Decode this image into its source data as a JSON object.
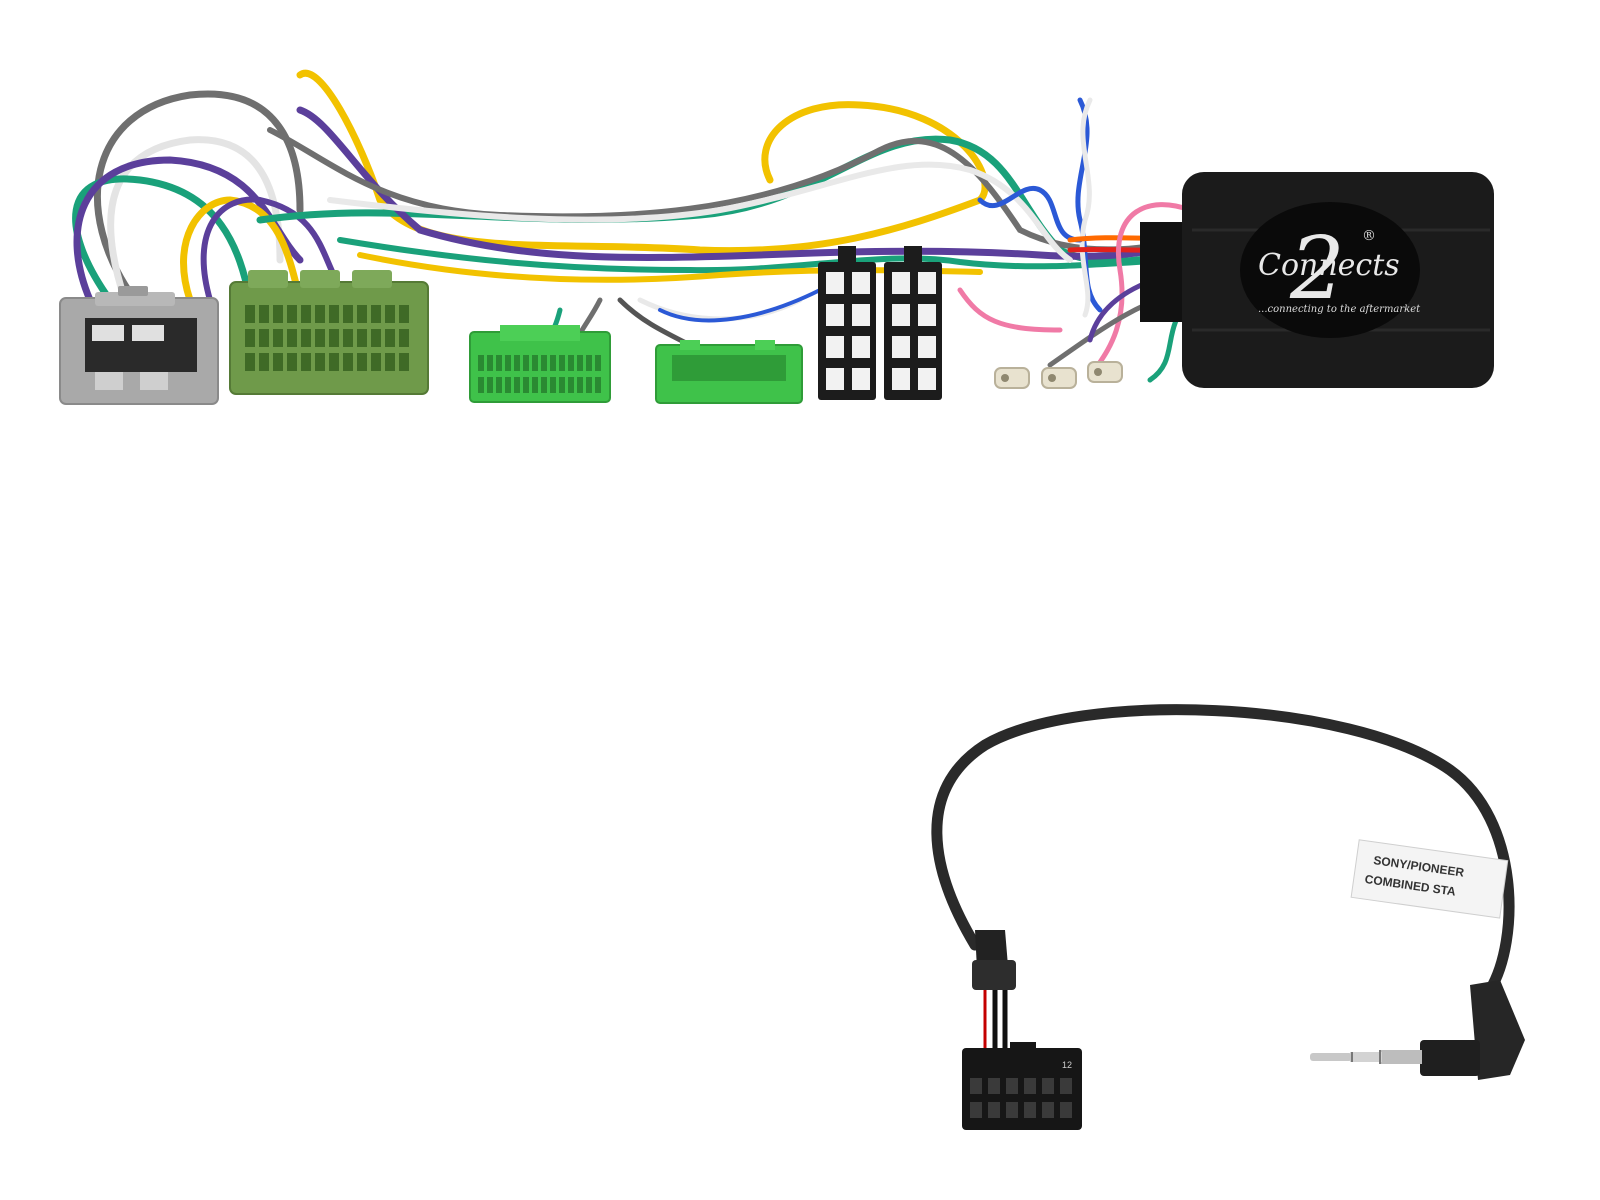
{
  "module": {
    "brand": "Connects",
    "brand_numeral": "2",
    "registered_mark": "®",
    "tagline": "...connecting to the aftermarket"
  },
  "cable_label": {
    "line1": "SONY/PIONEER",
    "line2": "COMBINED STA"
  },
  "pin_label": "12",
  "colors": {
    "wire_yellow": "#f2c200",
    "wire_green": "#1aa17a",
    "wire_purple": "#5b3f9b",
    "wire_grey": "#6f6f6f",
    "wire_white": "#e9e9e9",
    "wire_blue": "#2b59d6",
    "wire_pink": "#f07aa6",
    "wire_orange": "#ff6a00",
    "wire_red": "#e3221b",
    "connector_grey": "#a9a9a9",
    "connector_olive": "#6f9a4a",
    "connector_green": "#3fc24a",
    "module_black": "#1b1b1b"
  }
}
